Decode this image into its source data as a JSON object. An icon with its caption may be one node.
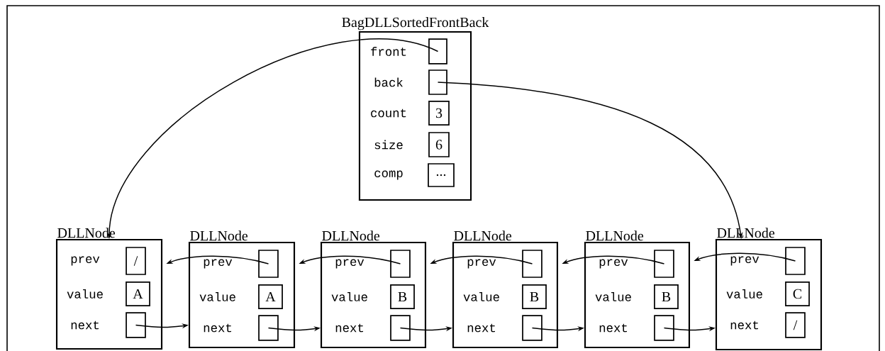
{
  "diagram": {
    "nodes": [
      {
        "text": [
          "BagDLLSortedFrontBack"
        ]
      },
      {
        "text": [],
        "shape": "box",
        "in": 0,
        "beside": [
          "front"
        ]
      },
      {
        "text": [],
        "shape": "box",
        "in": 0,
        "beside": [
          "back"
        ]
      },
      {
        "text": [
          "3"
        ],
        "in": 0,
        "beside": [
          "count"
        ]
      },
      {
        "text": [
          "6"
        ],
        "in": 0,
        "beside": [
          "size"
        ]
      },
      {
        "text": [
          "..."
        ],
        "in": 0,
        "beside": [
          "comp"
        ]
      },
      {
        "text": [
          "DLLNode"
        ]
      },
      {
        "text": [
          "/"
        ],
        "in": 6,
        "beside": [
          "prev"
        ]
      },
      {
        "text": [
          "A"
        ],
        "in": 6,
        "beside": [
          "value"
        ]
      },
      {
        "text": [],
        "shape": "box",
        "in": 6,
        "beside": [
          "next"
        ]
      },
      {
        "text": [
          "DLLNode"
        ]
      },
      {
        "text": [],
        "shape": "box",
        "in": 10,
        "beside": [
          "prev"
        ]
      },
      {
        "text": [
          "A"
        ],
        "in": 10,
        "beside": [
          "value"
        ]
      },
      {
        "text": [],
        "shape": "box",
        "in": 10,
        "beside": [
          "next"
        ]
      },
      {
        "text": [
          "DLLNode"
        ]
      },
      {
        "text": [],
        "shape": "box",
        "in": 14,
        "beside": [
          "prev"
        ]
      },
      {
        "text": [
          "B"
        ],
        "in": 14,
        "beside": [
          "value"
        ]
      },
      {
        "text": [],
        "shape": "box",
        "in": 14,
        "beside": [
          "next"
        ]
      },
      {
        "text": [
          "DLLNode"
        ]
      },
      {
        "text": [],
        "shape": "box",
        "in": 18,
        "beside": [
          "prev"
        ]
      },
      {
        "text": [
          "B"
        ],
        "in": 18,
        "beside": [
          "value"
        ]
      },
      {
        "text": [],
        "shape": "box",
        "in": 18,
        "beside": [
          "next"
        ]
      },
      {
        "text": [
          "DLLNode"
        ]
      },
      {
        "text": [],
        "shape": "box",
        "in": 22,
        "beside": [
          "prev"
        ]
      },
      {
        "text": [
          "B"
        ],
        "in": 22,
        "beside": [
          "value"
        ]
      },
      {
        "text": [],
        "shape": "box",
        "in": 22,
        "beside": [
          "next"
        ]
      },
      {
        "text": [
          "DLLNode"
        ]
      },
      {
        "text": [],
        "shape": "box",
        "in": 26,
        "beside": [
          "prev"
        ]
      },
      {
        "text": [
          "C"
        ],
        "in": 26,
        "beside": [
          "value"
        ]
      },
      {
        "text": [
          "/"
        ],
        "in": 26,
        "beside": [
          "next"
        ]
      }
    ],
    "edges": [
      {
        "from": 1,
        "to": 6,
        "arrow": "to"
      },
      {
        "from": 2,
        "to": 26,
        "arrow": "to"
      },
      {
        "from": 9,
        "to": 10,
        "arrow": "to"
      },
      {
        "from": 11,
        "to": 6,
        "arrow": "to"
      },
      {
        "from": 13,
        "to": 14,
        "arrow": "to"
      },
      {
        "from": 15,
        "to": 10,
        "arrow": "to"
      },
      {
        "from": 17,
        "to": 18,
        "arrow": "to"
      },
      {
        "from": 19,
        "to": 14,
        "arrow": "to"
      },
      {
        "from": 21,
        "to": 22,
        "arrow": "to"
      },
      {
        "from": 23,
        "to": 18,
        "arrow": "to"
      },
      {
        "from": 25,
        "to": 26,
        "arrow": "to"
      },
      {
        "from": 27,
        "to": 22,
        "arrow": "to"
      }
    ]
  }
}
